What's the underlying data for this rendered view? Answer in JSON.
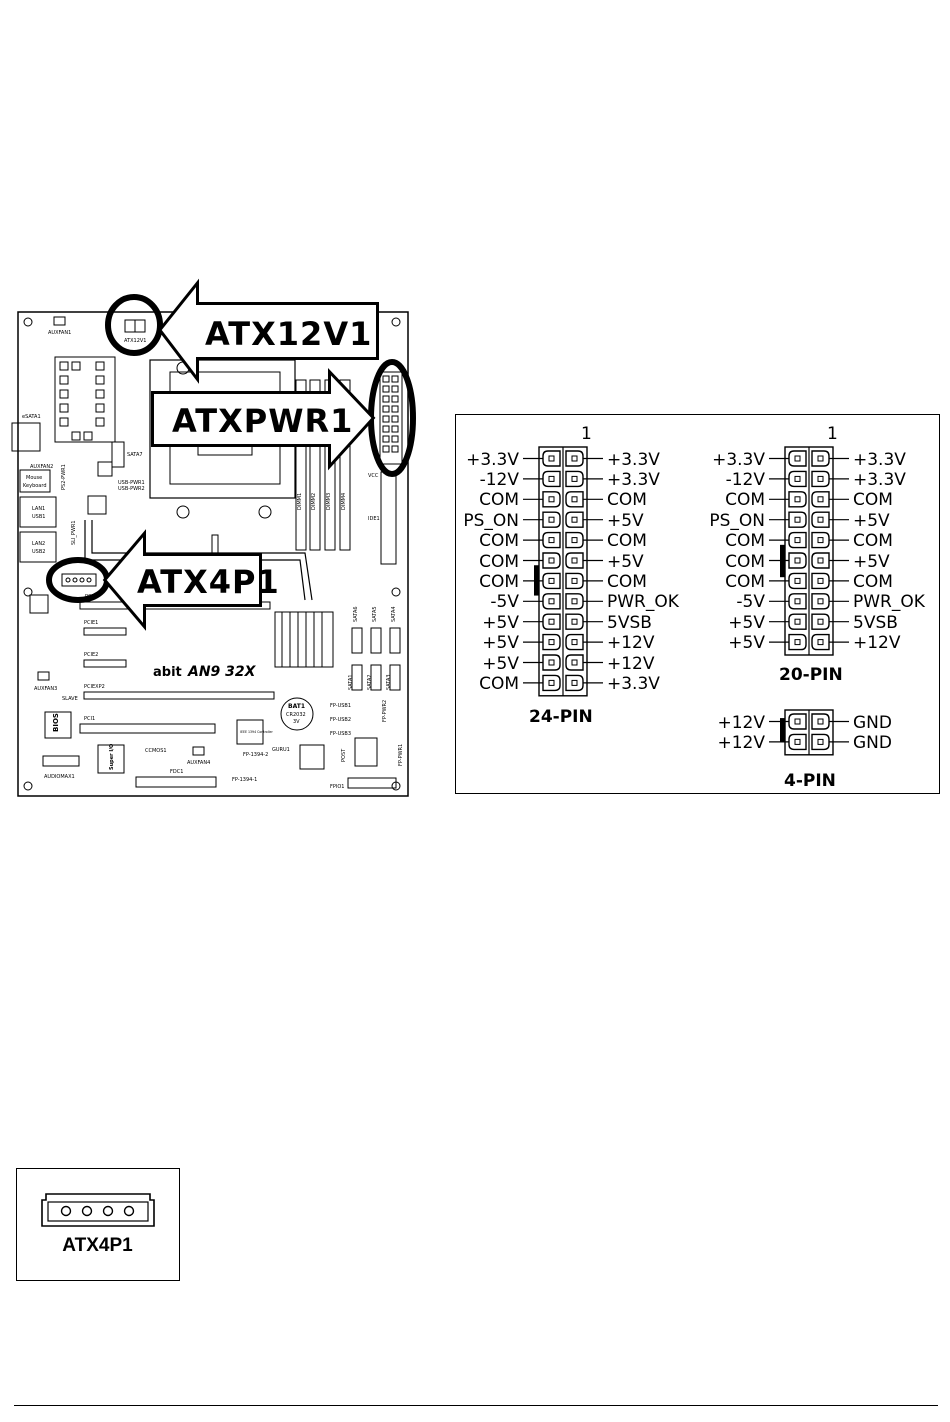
{
  "callouts": {
    "atx12v1": "ATX12V1",
    "atxpwr1": "ATXPWR1",
    "atx4p1": "ATX4P1"
  },
  "board": {
    "brand": "abit",
    "model": "AN9 32X",
    "labels": {
      "auxfan1": "AUXFAN1",
      "atx12v1_small": "ATX12V1",
      "esata1": "eSATA1",
      "auxfan2": "AUXFAN2",
      "mouse": "Mouse",
      "keyboard": "Keyboard",
      "lan1": "LAN1",
      "usb1": "USB1",
      "lan2": "LAN2",
      "usb2": "USB2",
      "usb_pwr1": "USB-PWR1",
      "usb_pwr2": "USB-PWR2",
      "sata7": "SATA7",
      "ps2_pwr1": "PS2-PWR1",
      "sli_pwr1": "SLI_PWR1",
      "dimm1": "DIMM1",
      "dimm2": "DIMM2",
      "dimm3": "DIMM3",
      "dimm4": "DIMM4",
      "vcc": "VCC",
      "ide1": "IDE1",
      "pcie1": "PCIE1",
      "pcie2": "PCIE2",
      "pciexp2": "PCIEXP2",
      "pcie_top": "PCIE",
      "auxfan3": "AUXFAN3",
      "slave": "SLAVE",
      "pci1": "PCI1",
      "sata6": "SATA6",
      "sata5": "SATA5",
      "sata4": "SATA4",
      "sata1": "SATA1",
      "sata2": "SATA2",
      "sata3": "SATA3",
      "bat1": "BAT1",
      "cr2032": "CR2032",
      "bat_v": "3V",
      "fp_usb1": "FP-USB1",
      "fp_usb2": "FP-USB2",
      "fp_usb3": "FP-USB3",
      "fp_pwr2": "FP-PWR2",
      "fp_pwr1": "FP-PWR1",
      "bios": "BIOS",
      "super_io": "Super I/O",
      "ccmos1": "CCMOS1",
      "auxfan4": "AUXFAN4",
      "ieee": "IEEE 1394 Controller",
      "fp_1394_2": "FP-1394-2",
      "fp_1394_1": "FP-1394-1",
      "guru1": "GURU1",
      "post": "POST",
      "audiomax1": "AUDIOMAX1",
      "fdc1": "FDC1",
      "fpio1": "FPIO1"
    }
  },
  "pinout": {
    "pin1": "1",
    "pin24": {
      "caption": "24-PIN",
      "left": [
        "+3.3V",
        "-12V",
        "COM",
        "PS_ON",
        "COM",
        "COM",
        "COM",
        "-5V",
        "+5V",
        "+5V",
        "+5V",
        "COM"
      ],
      "right": [
        "+3.3V",
        "+3.3V",
        "COM",
        "+5V",
        "COM",
        "+5V",
        "COM",
        "PWR_OK",
        "5VSB",
        "+12V",
        "+12V",
        "+3.3V"
      ]
    },
    "pin20": {
      "caption": "20-PIN",
      "left": [
        "+3.3V",
        "-12V",
        "COM",
        "PS_ON",
        "COM",
        "COM",
        "COM",
        "-5V",
        "+5V",
        "+5V"
      ],
      "right": [
        "+3.3V",
        "+3.3V",
        "COM",
        "+5V",
        "COM",
        "+5V",
        "COM",
        "PWR_OK",
        "5VSB",
        "+12V"
      ]
    },
    "pin4": {
      "caption": "4-PIN",
      "left": [
        "+12V",
        "+12V"
      ],
      "right": [
        "GND",
        "GND"
      ]
    }
  },
  "atx4p1_detail": {
    "label": "ATX4P1"
  }
}
